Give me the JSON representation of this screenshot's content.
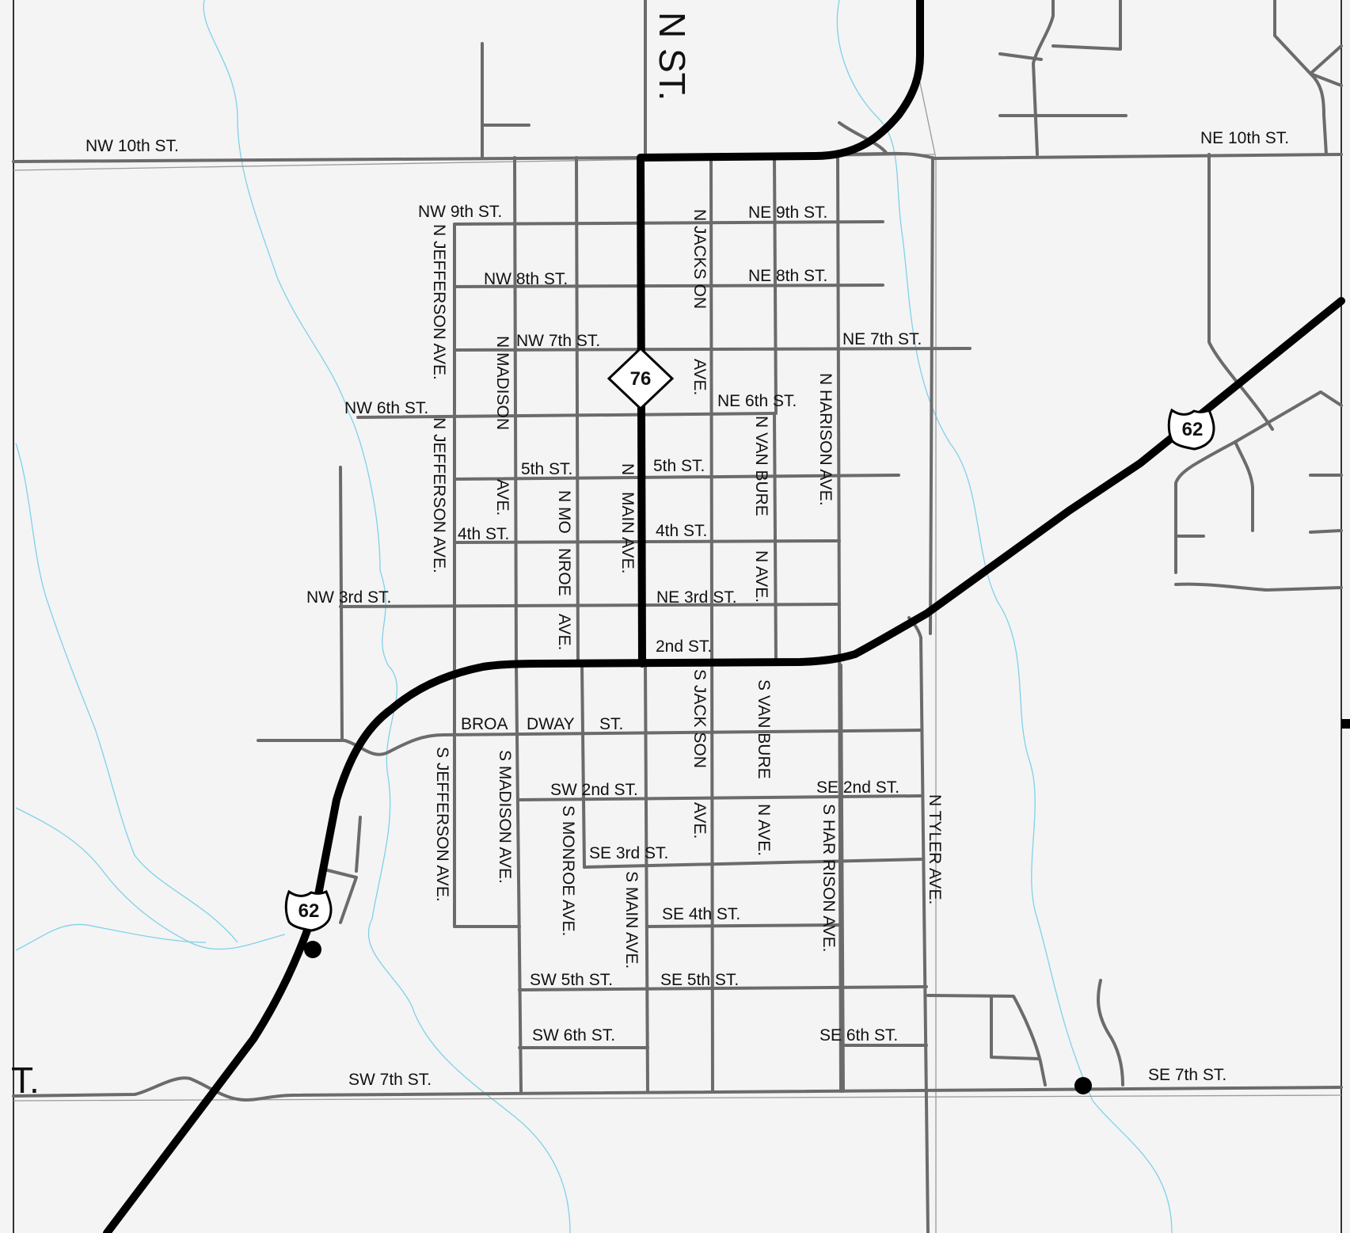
{
  "colors": {
    "background": "#f4f4f4",
    "street": "#6b6b6b",
    "highway": "#000000",
    "water": "#7fd1ea"
  },
  "labels": {
    "main_st_large": "N ST.",
    "t_fragment": "T.",
    "nw_10th": "NW 10th ST.",
    "ne_10th": "NE 10th ST.",
    "nw_9th": "NW 9th ST.",
    "ne_9th": "NE 9th ST.",
    "nw_8th": "NW 8th ST.",
    "ne_8th": "NE 8th ST.",
    "nw_7th": "NW 7th ST.",
    "ne_7th": "NE 7th ST.",
    "nw_6th": "NW 6th ST.",
    "ne_6th": "NE 6th ST.",
    "w_5th": "5th ST.",
    "e_5th": "5th ST.",
    "w_4th": "4th ST.",
    "e_4th": "4th ST.",
    "nw_3rd": "NW 3rd ST.",
    "ne_3rd": "NE 3rd ST.",
    "e_2nd": "2nd ST.",
    "broadway_a": "BROA",
    "broadway_b": "DWAY",
    "broadway_c": "ST.",
    "sw_2nd": "SW 2nd ST.",
    "se_2nd": "SE 2nd ST.",
    "se_3rd": "SE 3rd ST.",
    "se_4th": "SE 4th ST.",
    "sw_5th": "SW 5th ST.",
    "se_5th": "SE 5th ST.",
    "sw_6th": "SW 6th ST.",
    "se_6th": "SE 6th ST.",
    "sw_7th": "SW 7th ST.",
    "se_7th": "SE 7th ST.",
    "n_jefferson_1": "N JEFFERSON AVE.",
    "n_jefferson_2": "N JEFFERSON AVE.",
    "n_madison_a": "N MADISON",
    "n_madison_b": "AVE.",
    "n_monroe_a": "N MO",
    "n_monroe_b": "NROE",
    "n_monroe_c": "AVE.",
    "n_main_a": "N",
    "n_main_b": "MAIN AVE.",
    "n_jackson_a": "N JACKS ON",
    "n_jackson_b": "AVE.",
    "n_vanburen_a": "N VAN BURE",
    "n_vanburen_b": "N AVE.",
    "n_harison": "N HARISON AVE.",
    "s_jefferson": "S JEFFERSON AVE.",
    "s_madison": "S MADISON AVE.",
    "s_monroe": "S MONROE AVE.",
    "s_main": "S MAIN AVE.",
    "s_jackson_a": "S JACK SON",
    "s_jackson_b": "AVE.",
    "s_vanburen_a": "S VAN BURE",
    "s_vanburen_b": "N AVE.",
    "s_harrison": "S HAR RISON AVE.",
    "n_tyler": "N TYLER AVE."
  },
  "shields": {
    "state_76": "76",
    "us_62_east": "62",
    "us_62_west": "62"
  }
}
